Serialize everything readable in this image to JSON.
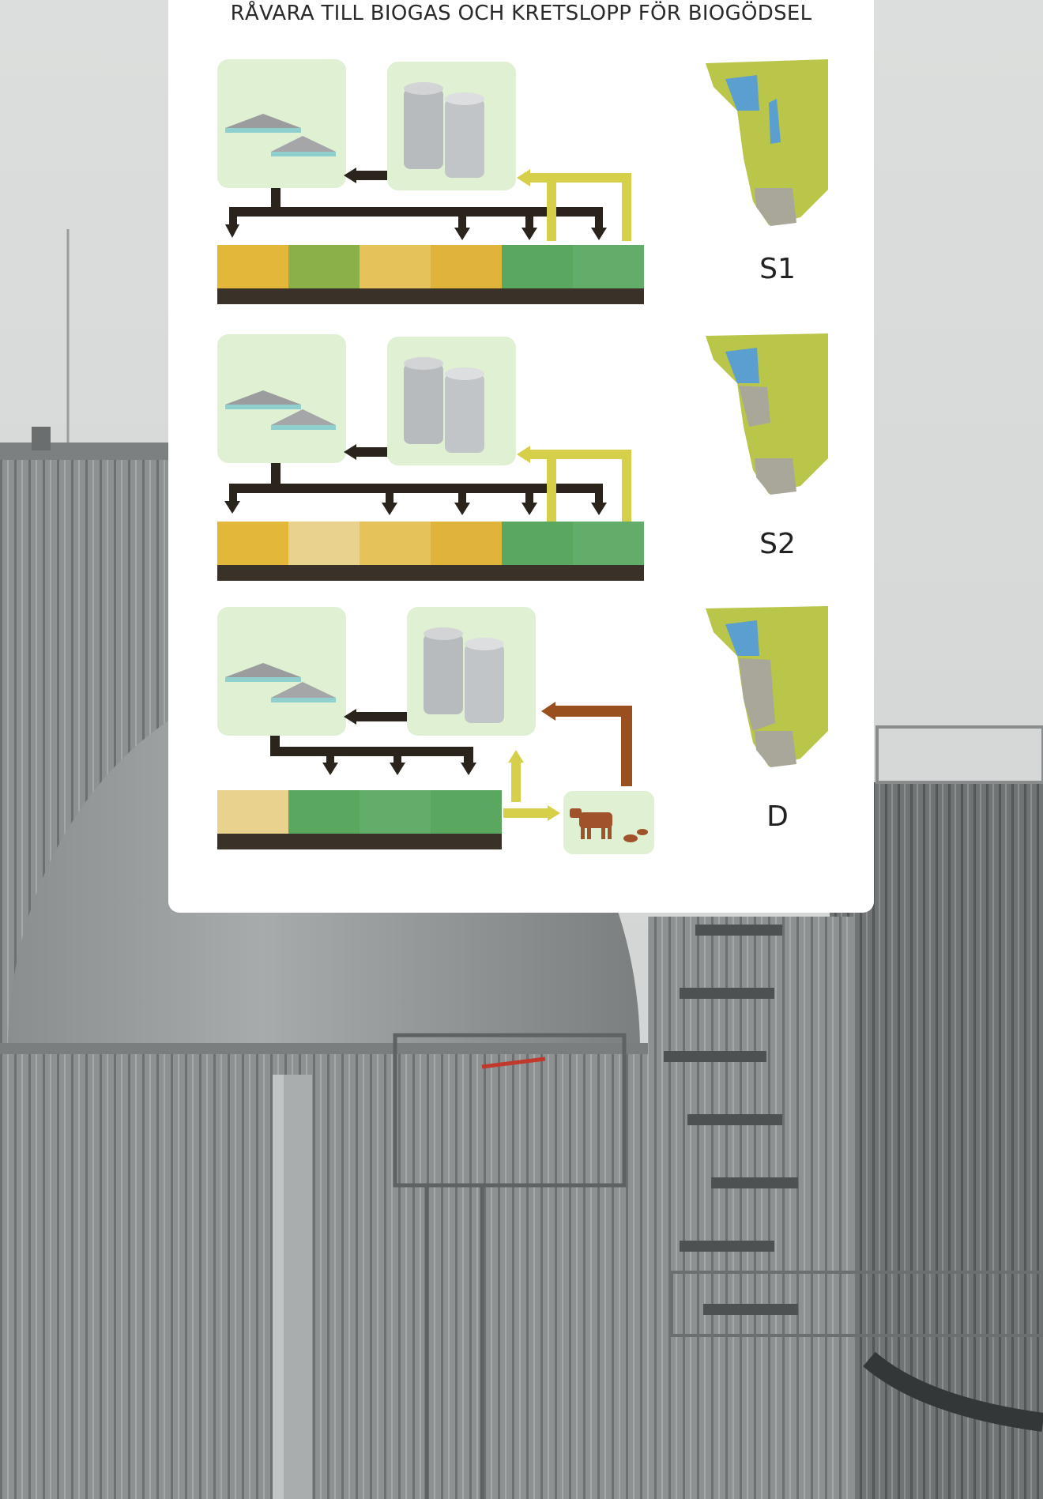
{
  "panel": {
    "title": "RÅVARA TILL BIOGAS OCH KRETSLOPP FÖR BIOGÖDSEL"
  },
  "scenarios": [
    {
      "label": "S1"
    },
    {
      "label": "S2"
    },
    {
      "label": "D"
    }
  ],
  "colors": {
    "box_fill": "#dff0d3",
    "dark_arrow": "#2b241d",
    "yellow_arrow": "#d6cf4a",
    "brown_arrow": "#9a4f1f",
    "grain_crop": "#e3b83a",
    "green_crop": "#5aa860",
    "soil": "#3a3128",
    "map_fill": "#b9c64a",
    "water": "#5b9ed0",
    "region_grey": "#a8a79a"
  },
  "icons": [
    "digestate-heaps-icon",
    "biogas-tanks-icon",
    "cow-icon",
    "sweden-map-icon"
  ]
}
